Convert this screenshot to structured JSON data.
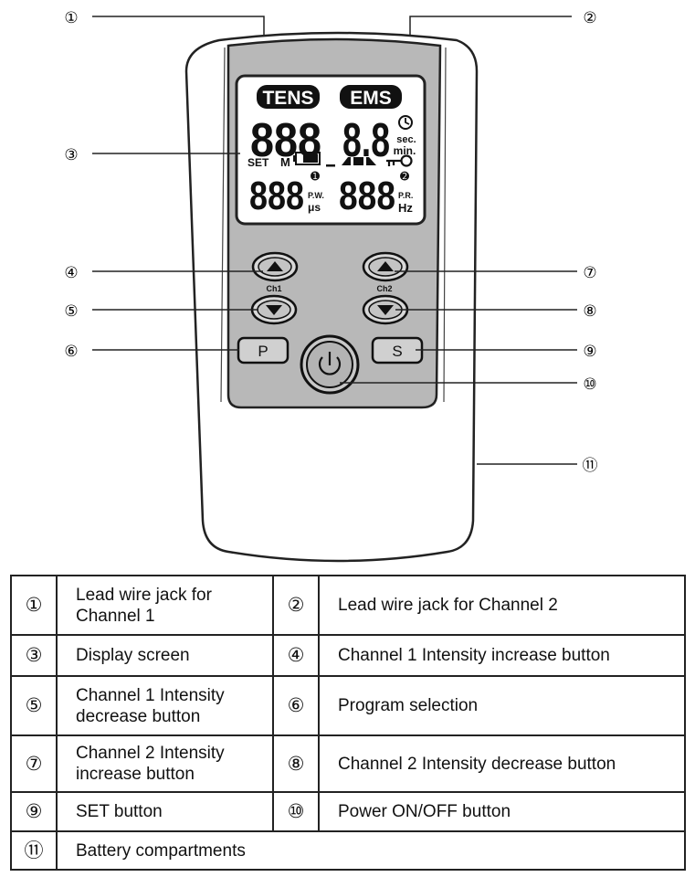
{
  "display": {
    "mode_tens": "TENS",
    "mode_ems": "EMS",
    "digits_main_left": "888",
    "digits_main_right": "8.8",
    "digits_sub_left": "888",
    "digits_sub_right": "888",
    "set_label": "SET",
    "m_label": "M",
    "sec_label": "sec.",
    "min_label": "min.",
    "pw_label": "P.W.",
    "us_label": "μs",
    "pr_label": "P.R.",
    "hz_label": "Hz",
    "channel1_marker": "➊",
    "channel2_marker": "➋"
  },
  "buttons": {
    "ch1_label": "Ch1",
    "ch2_label": "Ch2",
    "program_label": "P",
    "set_label": "S"
  },
  "callouts": [
    "①",
    "②",
    "③",
    "④",
    "⑤",
    "⑥",
    "⑦",
    "⑧",
    "⑨",
    "⑩",
    "⑪"
  ],
  "legend": [
    [
      {
        "num": "①",
        "text": "Lead wire jack for Channel 1"
      },
      {
        "num": "②",
        "text": "Lead wire jack for Channel 2"
      }
    ],
    [
      {
        "num": "③",
        "text": "Display screen"
      },
      {
        "num": "④",
        "text": "Channel 1 Intensity increase button"
      }
    ],
    [
      {
        "num": "⑤",
        "text": "Channel 1 Intensity decrease button"
      },
      {
        "num": "⑥",
        "text": "Program selection"
      }
    ],
    [
      {
        "num": "⑦",
        "text": "Channel 2 Intensity increase button"
      },
      {
        "num": "⑧",
        "text": "Channel 2 Intensity decrease button"
      }
    ],
    [
      {
        "num": "⑨",
        "text": "SET button"
      },
      {
        "num": "⑩",
        "text": "Power ON/OFF button"
      }
    ],
    [
      {
        "num": "⑪",
        "text": "Battery compartments"
      }
    ]
  ]
}
